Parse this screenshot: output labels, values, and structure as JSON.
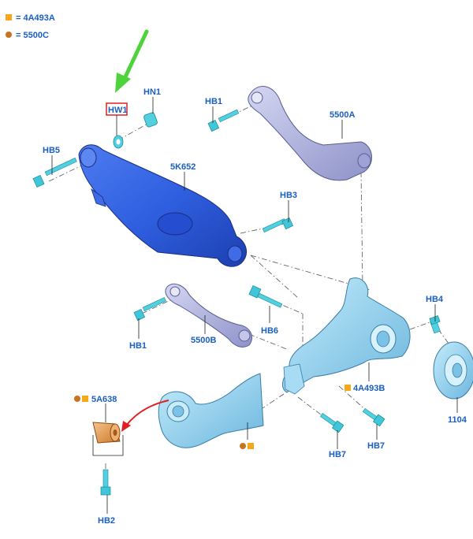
{
  "legend": [
    {
      "marker": "square",
      "color": "#f5a81c",
      "text": "= 4A493A"
    },
    {
      "marker": "circle",
      "color": "#c8731f",
      "text": "= 5500C"
    }
  ],
  "colors": {
    "label": "#1a5fc2",
    "lower_arm": "#2f5fe0",
    "upper_arm": "#b0b4e0",
    "knuckle": "#8fd2f0",
    "bracket": "#8fd2f0",
    "bushing": "#e8a25a",
    "bolt": "#3fc6d8",
    "arrow_green": "#4cd43a",
    "arrow_red": "#e02020",
    "highlight_box": "#e02020"
  },
  "labels": {
    "hw1": "HW1",
    "hn1": "HN1",
    "hb1_top": "HB1",
    "upper_arm": "5500A",
    "hb5": "HB5",
    "lower_arm": "5K652",
    "hb3": "HB3",
    "hb6": "HB6",
    "hb1_mid": "HB1",
    "toe_link": "5500B",
    "hb4": "HB4",
    "knuckle": "4A493B",
    "hub": "1104",
    "bushing": "5A638",
    "hb7_left": "HB7",
    "hb7_right": "HB7",
    "hb2": "HB2"
  }
}
